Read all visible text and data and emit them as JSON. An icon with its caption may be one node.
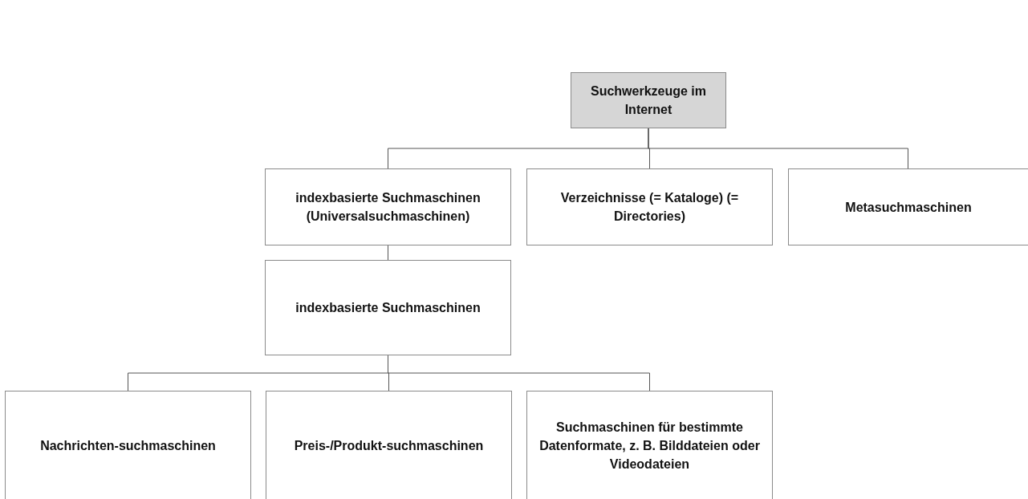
{
  "diagram": {
    "nodes": [
      {
        "text": [
          "Suchwerkzeuge im Internet"
        ]
      },
      {
        "text": [
          "indexbasierte Suchmaschinen (Universalsuchmaschinen)"
        ]
      },
      {
        "text": [
          "Verzeichnisse (= Kataloge) (= Directories)"
        ]
      },
      {
        "text": [
          "Metasuchmaschinen"
        ]
      },
      {
        "text": [
          "indexbasierte Suchmaschinen"
        ]
      },
      {
        "text": [
          "Nachrichten-suchmaschinen"
        ]
      },
      {
        "text": [
          "Preis-/Produkt-suchmaschinen"
        ]
      },
      {
        "text": [
          "Suchmaschinen für bestimmte Datenformate, z. B. Bilddateien oder Videodateien"
        ]
      }
    ],
    "edges": [
      {
        "from": 0,
        "to": 1,
        "arrow": "none"
      },
      {
        "from": 0,
        "to": 2,
        "arrow": "none"
      },
      {
        "from": 0,
        "to": 3,
        "arrow": "none"
      },
      {
        "from": 1,
        "to": 4,
        "arrow": "none"
      },
      {
        "from": 4,
        "to": 5,
        "arrow": "none"
      },
      {
        "from": 4,
        "to": 6,
        "arrow": "none"
      },
      {
        "from": 4,
        "to": 7,
        "arrow": "none"
      }
    ]
  }
}
